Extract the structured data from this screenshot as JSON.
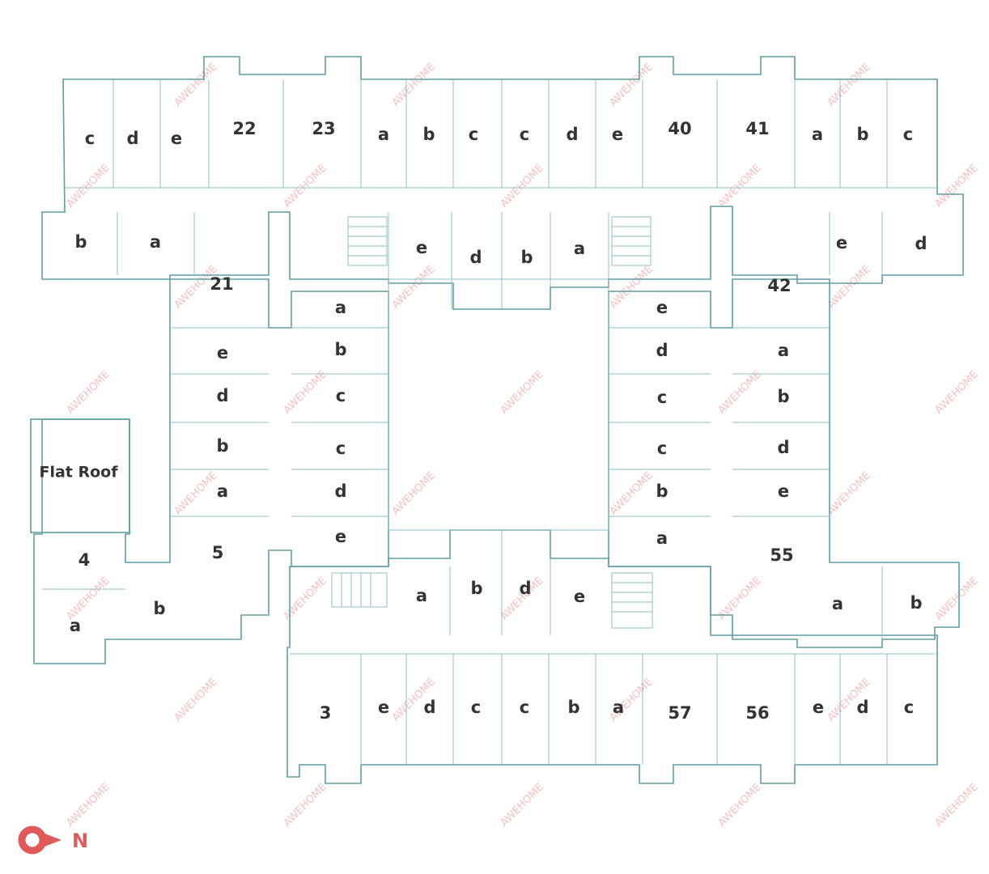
{
  "plan": {
    "wall_color": "#5f9ea4",
    "label_color": "#333333",
    "watermark_color": "#f08a8a",
    "watermark_text": "AWEHOME",
    "compass_label": "N",
    "compass_color": "#e05a5a",
    "rooms": [
      {
        "label": "c"
      },
      {
        "label": "d"
      },
      {
        "label": "e"
      },
      {
        "label": "22"
      },
      {
        "label": "23"
      },
      {
        "label": "a"
      },
      {
        "label": "b"
      },
      {
        "label": "c"
      },
      {
        "label": "c"
      },
      {
        "label": "d"
      },
      {
        "label": "e"
      },
      {
        "label": "40"
      },
      {
        "label": "41"
      },
      {
        "label": "a"
      },
      {
        "label": "b"
      },
      {
        "label": "c"
      },
      {
        "label": "b"
      },
      {
        "label": "a"
      },
      {
        "label": "e"
      },
      {
        "label": "d"
      },
      {
        "label": "b"
      },
      {
        "label": "a"
      },
      {
        "label": "e"
      },
      {
        "label": "d"
      },
      {
        "label": "21"
      },
      {
        "label": "a"
      },
      {
        "label": "e"
      },
      {
        "label": "42"
      },
      {
        "label": "e"
      },
      {
        "label": "b"
      },
      {
        "label": "d"
      },
      {
        "label": "a"
      },
      {
        "label": "d"
      },
      {
        "label": "c"
      },
      {
        "label": "c"
      },
      {
        "label": "b"
      },
      {
        "label": "b"
      },
      {
        "label": "c"
      },
      {
        "label": "c"
      },
      {
        "label": "d"
      },
      {
        "label": "Flat Roof"
      },
      {
        "label": "a"
      },
      {
        "label": "d"
      },
      {
        "label": "b"
      },
      {
        "label": "e"
      },
      {
        "label": "e"
      },
      {
        "label": "a"
      },
      {
        "label": "5"
      },
      {
        "label": "55"
      },
      {
        "label": "4"
      },
      {
        "label": "b"
      },
      {
        "label": "a"
      },
      {
        "label": "b"
      },
      {
        "label": "d"
      },
      {
        "label": "e"
      },
      {
        "label": "a"
      },
      {
        "label": "b"
      },
      {
        "label": "a"
      },
      {
        "label": "3"
      },
      {
        "label": "e"
      },
      {
        "label": "d"
      },
      {
        "label": "c"
      },
      {
        "label": "c"
      },
      {
        "label": "b"
      },
      {
        "label": "a"
      },
      {
        "label": "57"
      },
      {
        "label": "56"
      },
      {
        "label": "e"
      },
      {
        "label": "d"
      },
      {
        "label": "c"
      }
    ]
  }
}
